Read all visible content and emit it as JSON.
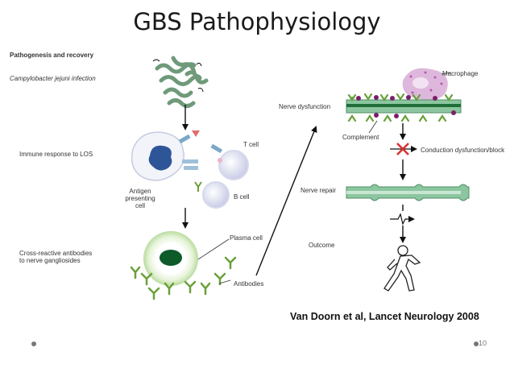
{
  "slide": {
    "title": "GBS Pathophysiology",
    "citation": "Van Doorn et al, Lancet Neurology 2008",
    "page_number": "10"
  },
  "left_panel": {
    "heading": "Pathogenesis and recovery",
    "stage_infection": "Campylobacter jejuni infection",
    "stage_immune": "Immune response to LOS",
    "stage_antibodies": [
      "Cross-reactive antibodies",
      "to nerve gangliosides"
    ],
    "labels": {
      "t_cell": "T cell",
      "b_cell": "B cell",
      "apc": [
        "Antigen",
        "presenting",
        "cell"
      ],
      "plasma_cell": "Plasma cell",
      "antibodies": "Antibodies"
    }
  },
  "right_panel": {
    "stage_dysfunction": "Nerve dysfunction",
    "stage_repair": "Nerve repair",
    "stage_outcome": "Outcome",
    "labels": {
      "macrophage": "Macrophage",
      "complement": "Complement",
      "conduction_block": "Conduction dysfunction/block"
    }
  },
  "colors": {
    "bacteria": "#6f9a7a",
    "apc": "#2e5597",
    "t_cell": "#c9cde6",
    "plasma_cell_nucleus": "#0d5a2a",
    "antibody": "#6aa03a",
    "nerve": "#8cc6a0",
    "macrophage": "#d6a6d3",
    "block": "#d93030"
  }
}
